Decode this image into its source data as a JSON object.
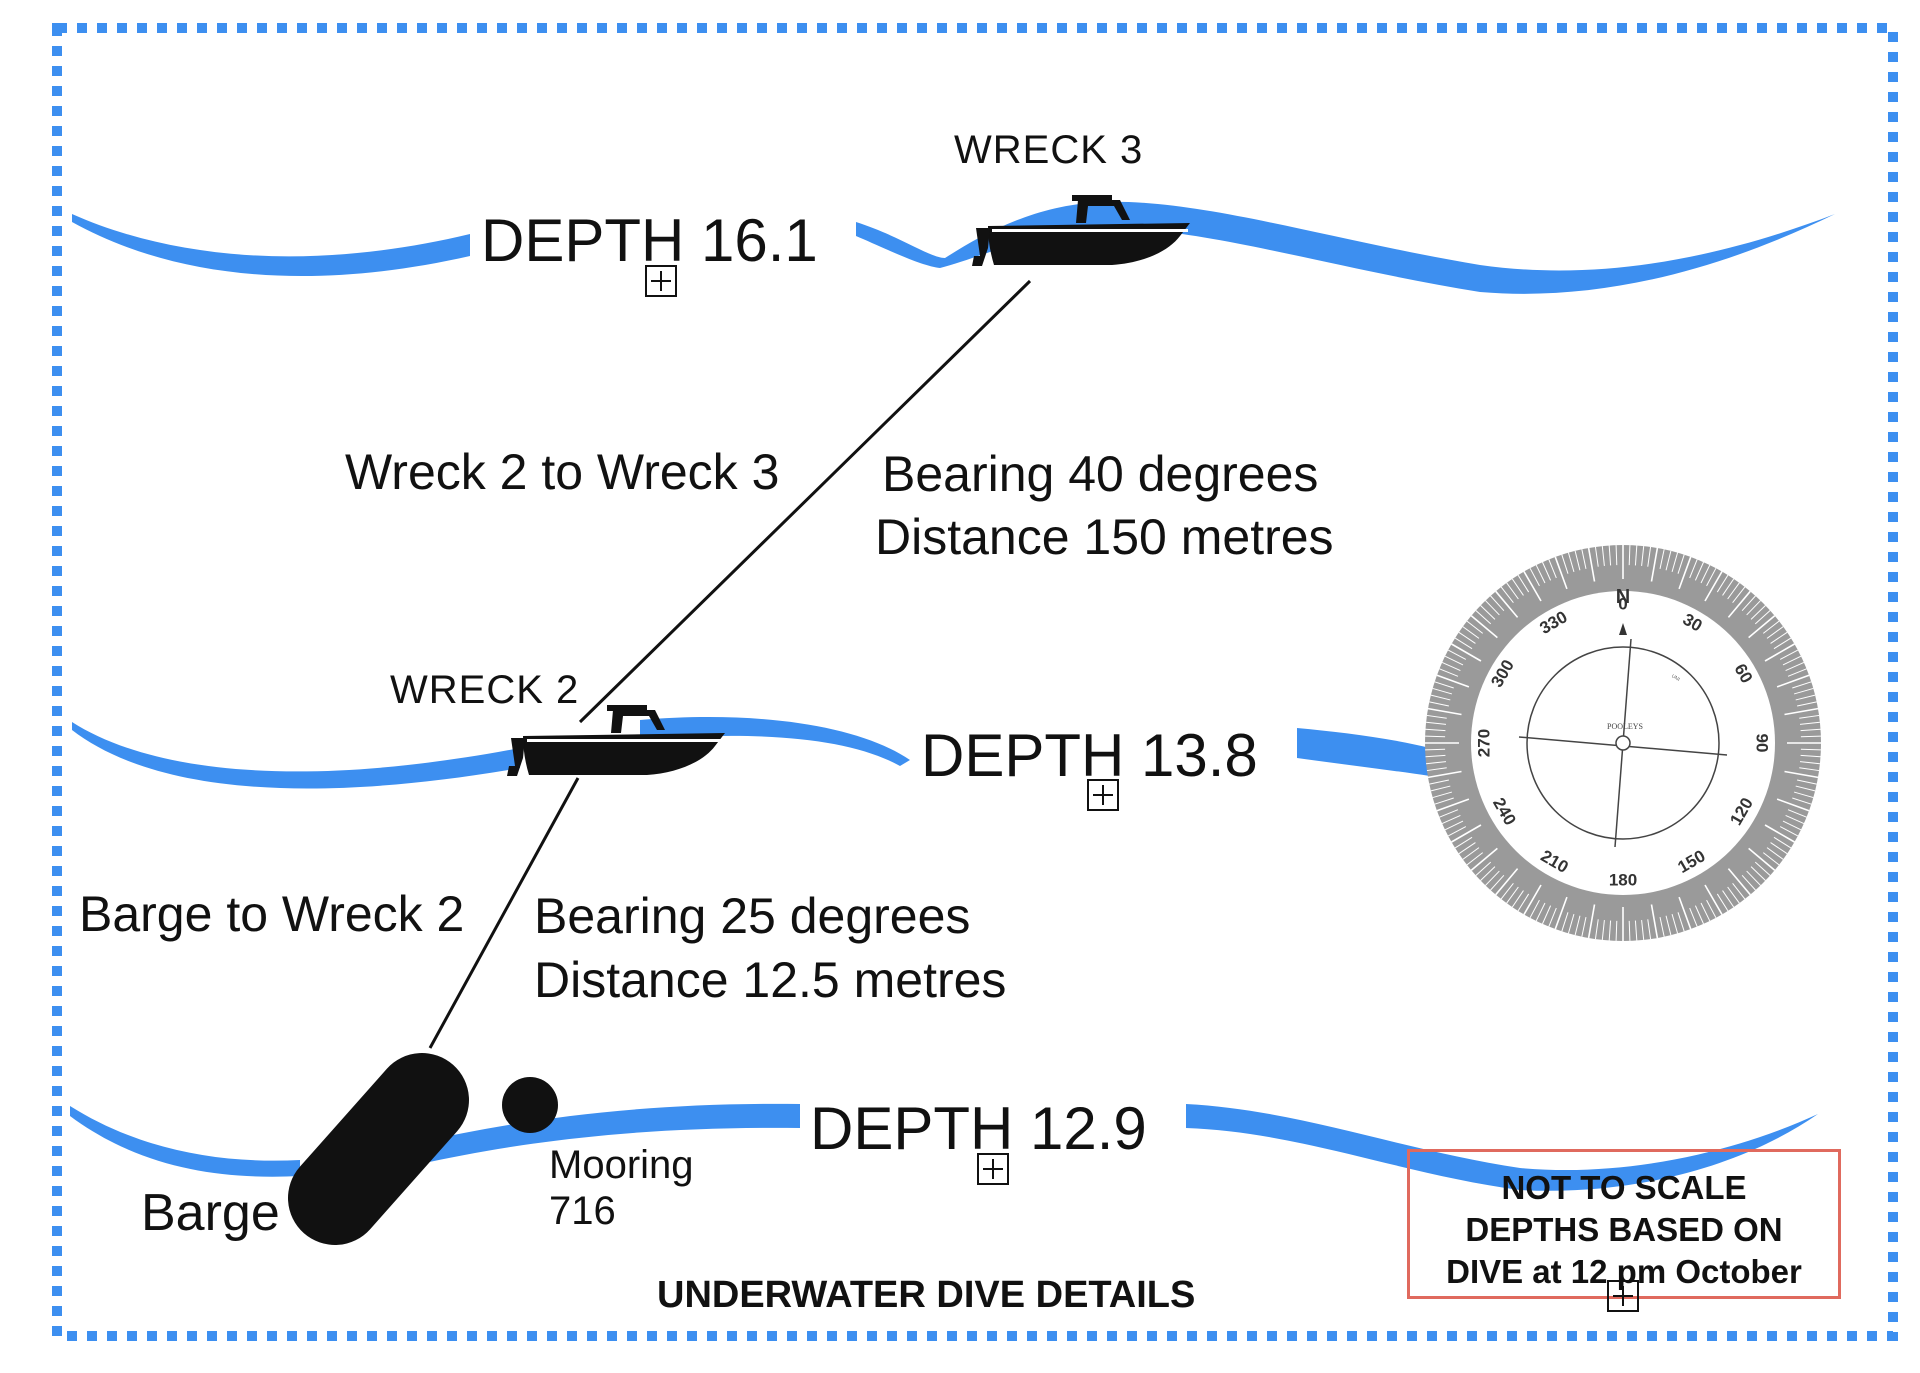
{
  "colors": {
    "water": "#3d8ff0",
    "frame": "#3d8ff0",
    "ink": "#111111",
    "note_border": "#e06a5e"
  },
  "wrecks": {
    "wreck3": "WRECK 3",
    "wreck2": "WRECK 2"
  },
  "depths": {
    "d1": "DEPTH 16.1",
    "d2": "DEPTH 13.8",
    "d3": "DEPTH 12.9"
  },
  "routes": {
    "w2_w3": {
      "name": "Wreck 2 to Wreck 3",
      "bearing": "Bearing 40 degrees",
      "distance": "Distance  150 metres"
    },
    "barge_w2": {
      "name": "Barge to Wreck 2",
      "bearing": "Bearing 25 degrees",
      "distance": "Distance 12.5 metres"
    }
  },
  "mooring": {
    "line1": "Mooring",
    "line2": "716"
  },
  "barge_label": "Barge",
  "title": "UNDERWATER DIVE DETAILS",
  "note": {
    "line1": "NOT TO SCALE",
    "line2": "DEPTHS BASED ON",
    "line3": "DIVE at 12 pm October"
  },
  "compass": {
    "brand": "POOLEYS",
    "north": "N",
    "small_text": "UNI",
    "labels": [
      "0",
      "30",
      "60",
      "90",
      "120",
      "150",
      "180",
      "210",
      "240",
      "270",
      "300",
      "330"
    ]
  }
}
